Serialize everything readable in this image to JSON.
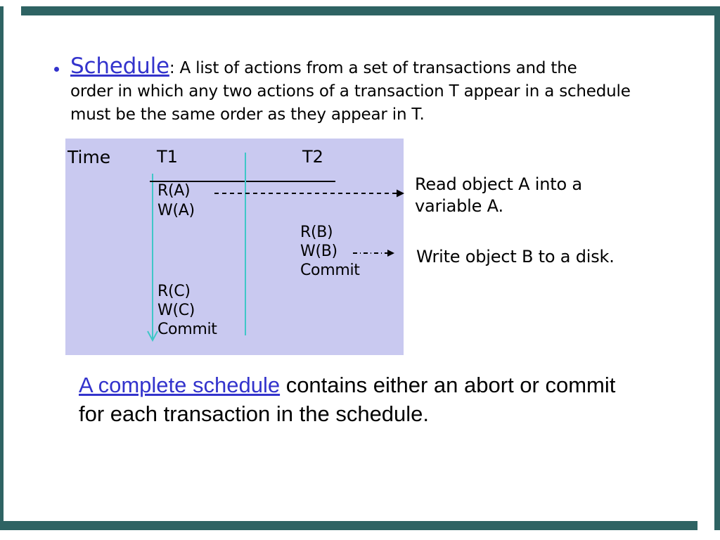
{
  "bullet": {
    "glyph": "•",
    "term": "Schedule",
    "line1_rest": ": A list of actions from a set of transactions and the",
    "line2": "order in which any two actions of a transaction T appear in a schedule",
    "line3": "must be the same order as they appear in T."
  },
  "diagram": {
    "time_label": "Time",
    "t1_header": "T1",
    "t2_header": "T2",
    "t1_actions_top": [
      "R(A)",
      "W(A)"
    ],
    "t2_actions": [
      "R(B)",
      "W(B)",
      "Commit"
    ],
    "t1_actions_bottom": [
      "R(C)",
      "W(C)",
      "Commit"
    ]
  },
  "annotations": {
    "read_note": "Read object A into a variable A.",
    "write_note": "Write object B to a disk."
  },
  "footer": {
    "term": "A complete schedule",
    "rest": " contains either an abort or commit for each transaction in the schedule."
  },
  "colors": {
    "term_blue": "#3333cc",
    "diagram_box_bg": "#c9c9f0",
    "timeline_teal": "#3fc7c7",
    "frame_teal": "#2e6363",
    "arrow_black": "#000000"
  }
}
